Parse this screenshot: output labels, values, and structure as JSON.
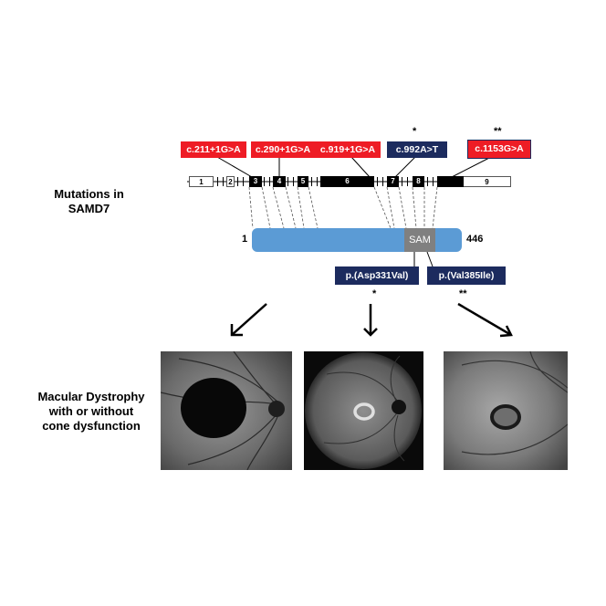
{
  "labels": {
    "mutations_line1": "Mutations in",
    "mutations_line2": "SAMD7",
    "phenotype_line1": "Macular Dystrophy",
    "phenotype_line2": "with or without",
    "phenotype_line3": "cone dysfunction"
  },
  "splice_mutations": [
    "c.211+1G>A",
    "c.290+1G>A",
    "c.919+1G>A"
  ],
  "missense_mutations": [
    "c.992A>T",
    "c.1153G>A"
  ],
  "protein_changes": [
    "p.(Asp331Val)",
    "p.(Val385Ile)"
  ],
  "markers": {
    "single": "*",
    "double": "**"
  },
  "exons": [
    "1",
    "2",
    "3",
    "4",
    "5",
    "6",
    "7",
    "8",
    "9"
  ],
  "protein": {
    "start": "1",
    "end": "446",
    "domain": "SAM"
  },
  "colors": {
    "mutation_red": "#ee1c25",
    "mutation_navy": "#1c2b5e",
    "protein_blue": "#5b9bd5",
    "sam_gray": "#808080"
  }
}
